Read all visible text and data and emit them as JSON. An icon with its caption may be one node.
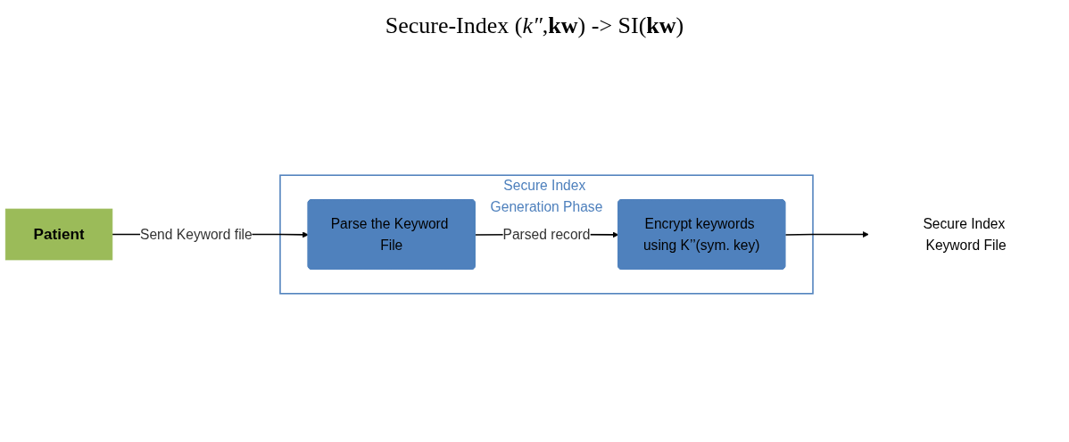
{
  "diagram": {
    "title": "Secure-Index (*k″*,**kw**) -> SI(**kw**)",
    "nodes": [
      {
        "text": [
          "Patient"
        ]
      },
      {
        "text": [
          "Secure Index Generation Phase"
        ]
      },
      {
        "text": [
          "Parse the Keyword File"
        ],
        "in": 1
      },
      {
        "text": [
          "Encrypt keywords using K’’(sym. key)"
        ],
        "in": 1
      },
      {
        "text": [
          "Secure Index Keyword File"
        ]
      }
    ],
    "edges": [
      {
        "from": 0,
        "to": 2,
        "arrow": "to",
        "label": "Send Keyword file"
      },
      {
        "from": 2,
        "to": 3,
        "arrow": "to",
        "label": "Parsed record"
      },
      {
        "from": 3,
        "to": 4,
        "arrow": "to"
      }
    ]
  }
}
